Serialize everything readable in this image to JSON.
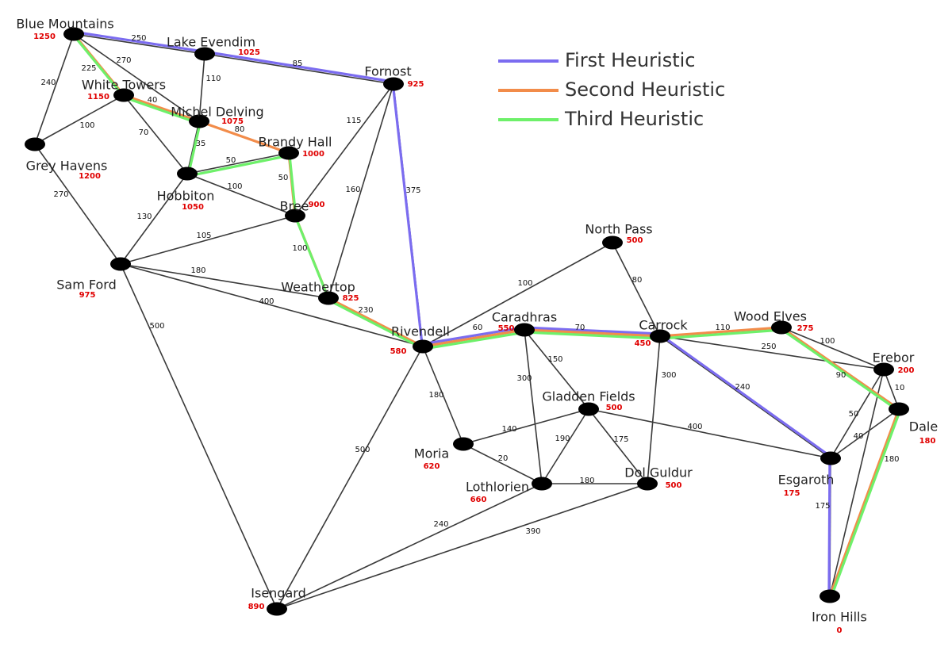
{
  "colors": {
    "first": "#7b6cf0",
    "second": "#f28c4a",
    "third": "#6ef06a",
    "edge": "#3a3a3a",
    "node": "#000000",
    "heuristic": "#e00000"
  },
  "legend": [
    {
      "label": "First Heuristic",
      "color": "#7b6cf0"
    },
    {
      "label": "Second Heuristic",
      "color": "#f28c4a"
    },
    {
      "label": "Third Heuristic",
      "color": "#6ef06a"
    }
  ],
  "nodes": [
    {
      "id": "blue_mountains",
      "name": "Blue Mountains",
      "h": "1250"
    },
    {
      "id": "lake_evendim",
      "name": "Lake Evendim",
      "h": "1025"
    },
    {
      "id": "fornost",
      "name": "Fornost",
      "h": "925"
    },
    {
      "id": "white_towers",
      "name": "White Towers",
      "h": "1150"
    },
    {
      "id": "michel_delving",
      "name": "Michel Delving",
      "h": "1075"
    },
    {
      "id": "brandy_hall",
      "name": "Brandy Hall",
      "h": "1000"
    },
    {
      "id": "grey_havens",
      "name": "Grey Havens",
      "h": "1200"
    },
    {
      "id": "hobbiton",
      "name": "Hobbiton",
      "h": "1050"
    },
    {
      "id": "bree",
      "name": "Bree",
      "h": "900"
    },
    {
      "id": "sam_ford",
      "name": "Sam Ford",
      "h": "975"
    },
    {
      "id": "weathertop",
      "name": "Weathertop",
      "h": "825"
    },
    {
      "id": "rivendell",
      "name": "Rivendell",
      "h": "580"
    },
    {
      "id": "north_pass",
      "name": "North Pass",
      "h": "500"
    },
    {
      "id": "caradhras",
      "name": "Caradhras",
      "h": "550"
    },
    {
      "id": "carrock",
      "name": "Carrock",
      "h": "450"
    },
    {
      "id": "wood_elves",
      "name": "Wood Elves",
      "h": "275"
    },
    {
      "id": "erebor",
      "name": "Erebor",
      "h": "200"
    },
    {
      "id": "dale",
      "name": "Dale",
      "h": "180"
    },
    {
      "id": "gladden_fields",
      "name": "Gladden Fields",
      "h": "500"
    },
    {
      "id": "moria",
      "name": "Moria",
      "h": "620"
    },
    {
      "id": "lothlorien",
      "name": "Lothlorien",
      "h": "660"
    },
    {
      "id": "dol_guldur",
      "name": "Dol Guldur",
      "h": "500"
    },
    {
      "id": "esgaroth",
      "name": "Esgaroth",
      "h": "175"
    },
    {
      "id": "isengard",
      "name": "Isengard",
      "h": "890"
    },
    {
      "id": "iron_hills",
      "name": "Iron Hills",
      "h": "0"
    }
  ],
  "edges": [
    {
      "from": "blue_mountains",
      "to": "lake_evendim",
      "w": "250"
    },
    {
      "from": "blue_mountains",
      "to": "white_towers",
      "w": "225"
    },
    {
      "from": "blue_mountains",
      "to": "michel_delving",
      "w": "270"
    },
    {
      "from": "blue_mountains",
      "to": "grey_havens",
      "w": "240"
    },
    {
      "from": "lake_evendim",
      "to": "fornost",
      "w": "85"
    },
    {
      "from": "lake_evendim",
      "to": "michel_delving",
      "w": "110"
    },
    {
      "from": "white_towers",
      "to": "michel_delving",
      "w": "40"
    },
    {
      "from": "white_towers",
      "to": "grey_havens",
      "w": "100"
    },
    {
      "from": "white_towers",
      "to": "hobbiton",
      "w": "70"
    },
    {
      "from": "michel_delving",
      "to": "brandy_hall",
      "w": "80"
    },
    {
      "from": "michel_delving",
      "to": "hobbiton",
      "w": "35"
    },
    {
      "from": "hobbiton",
      "to": "brandy_hall",
      "w": "50"
    },
    {
      "from": "hobbiton",
      "to": "bree",
      "w": "100"
    },
    {
      "from": "hobbiton",
      "to": "sam_ford",
      "w": "130"
    },
    {
      "from": "brandy_hall",
      "to": "bree",
      "w": "50"
    },
    {
      "from": "grey_havens",
      "to": "sam_ford",
      "w": "270"
    },
    {
      "from": "fornost",
      "to": "bree",
      "w": "115"
    },
    {
      "from": "fornost",
      "to": "weathertop",
      "w": "160"
    },
    {
      "from": "fornost",
      "to": "rivendell",
      "w": "375"
    },
    {
      "from": "bree",
      "to": "sam_ford",
      "w": "105"
    },
    {
      "from": "bree",
      "to": "weathertop",
      "w": "100"
    },
    {
      "from": "sam_ford",
      "to": "weathertop",
      "w": "180"
    },
    {
      "from": "sam_ford",
      "to": "rivendell",
      "w": "400"
    },
    {
      "from": "sam_ford",
      "to": "isengard",
      "w": "500"
    },
    {
      "from": "weathertop",
      "to": "rivendell",
      "w": "230"
    },
    {
      "from": "rivendell",
      "to": "north_pass",
      "w": "100"
    },
    {
      "from": "rivendell",
      "to": "caradhras",
      "w": "60"
    },
    {
      "from": "rivendell",
      "to": "moria",
      "w": "180"
    },
    {
      "from": "rivendell",
      "to": "isengard",
      "w": "500"
    },
    {
      "from": "north_pass",
      "to": "carrock",
      "w": "80"
    },
    {
      "from": "caradhras",
      "to": "carrock",
      "w": "70"
    },
    {
      "from": "caradhras",
      "to": "gladden_fields",
      "w": "150"
    },
    {
      "from": "caradhras",
      "to": "lothlorien",
      "w": "300"
    },
    {
      "from": "carrock",
      "to": "wood_elves",
      "w": "110"
    },
    {
      "from": "carrock",
      "to": "erebor",
      "w": "250"
    },
    {
      "from": "carrock",
      "to": "esgaroth",
      "w": "240"
    },
    {
      "from": "carrock",
      "to": "dol_guldur",
      "w": "300"
    },
    {
      "from": "wood_elves",
      "to": "erebor",
      "w": "100"
    },
    {
      "from": "wood_elves",
      "to": "dale",
      "w": "90"
    },
    {
      "from": "erebor",
      "to": "dale",
      "w": "10"
    },
    {
      "from": "erebor",
      "to": "esgaroth",
      "w": "50"
    },
    {
      "from": "erebor",
      "to": "iron_hills",
      "w": ""
    },
    {
      "from": "dale",
      "to": "esgaroth",
      "w": "40"
    },
    {
      "from": "dale",
      "to": "iron_hills",
      "w": "180"
    },
    {
      "from": "esgaroth",
      "to": "iron_hills",
      "w": "175"
    },
    {
      "from": "esgaroth",
      "to": "gladden_fields",
      "w": "400"
    },
    {
      "from": "gladden_fields",
      "to": "moria",
      "w": "140"
    },
    {
      "from": "gladden_fields",
      "to": "lothlorien",
      "w": "190"
    },
    {
      "from": "gladden_fields",
      "to": "dol_guldur",
      "w": "175"
    },
    {
      "from": "moria",
      "to": "lothlorien",
      "w": "20"
    },
    {
      "from": "lothlorien",
      "to": "dol_guldur",
      "w": "180"
    },
    {
      "from": "lothlorien",
      "to": "isengard",
      "w": "240"
    },
    {
      "from": "dol_guldur",
      "to": "isengard",
      "w": "390"
    }
  ],
  "paths": [
    {
      "key": "first",
      "nodes": [
        "blue_mountains",
        "lake_evendim",
        "fornost",
        "rivendell",
        "caradhras",
        "carrock",
        "esgaroth",
        "iron_hills"
      ]
    },
    {
      "key": "second",
      "nodes": [
        "blue_mountains",
        "white_towers",
        "michel_delving",
        "brandy_hall",
        "bree",
        "weathertop",
        "rivendell",
        "caradhras",
        "carrock",
        "wood_elves",
        "dale",
        "iron_hills"
      ]
    },
    {
      "key": "third",
      "nodes": [
        "blue_mountains",
        "white_towers",
        "michel_delving",
        "hobbiton",
        "brandy_hall",
        "bree",
        "weathertop",
        "rivendell",
        "caradhras",
        "carrock",
        "wood_elves",
        "dale",
        "iron_hills"
      ]
    }
  ]
}
